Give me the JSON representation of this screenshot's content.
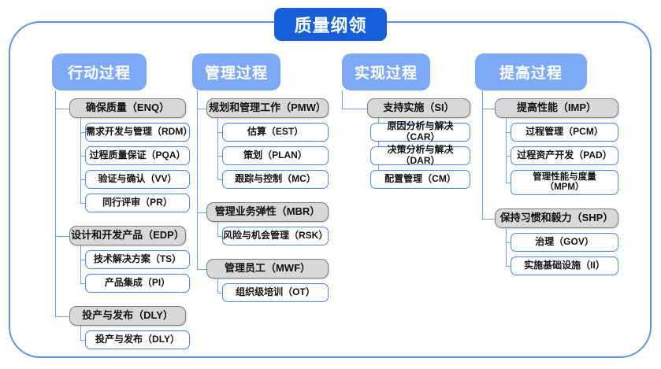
{
  "title": "质量纲领",
  "columns": [
    {
      "header": "行动过程",
      "groups": [
        {
          "label": "确保质量（ENQ）",
          "children": [
            "需求开发与管理（RDM）",
            "过程质量保证（PQA）",
            "验证与确认（VV）",
            "同行评审（PR）"
          ]
        },
        {
          "label": "设计和开发产品（EDP）",
          "children": [
            "技术解决方案（TS）",
            "产品集成（PI）"
          ]
        },
        {
          "label": "投产与发布（DLY）",
          "children": [
            "投产与发布（DLY）"
          ]
        }
      ]
    },
    {
      "header": "管理过程",
      "groups": [
        {
          "label": "规划和管理工作（PMW）",
          "children": [
            "估算（EST）",
            "策划（PLAN）",
            "跟踪与控制（MC）"
          ]
        },
        {
          "label": "管理业务弹性（MBR）",
          "children": [
            "风险与机会管理（RSK）"
          ]
        },
        {
          "label": "管理员工（MWF）",
          "children": [
            "组织级培训（OT）"
          ]
        }
      ]
    },
    {
      "header": "实现过程",
      "groups": [
        {
          "label": "支持实施（SI）",
          "children": [
            "原因分析与解决（CAR）",
            "决策分析与解决（DAR）",
            "配置管理（CM）"
          ]
        }
      ]
    },
    {
      "header": "提高过程",
      "groups": [
        {
          "label": "提高性能（IMP）",
          "children": [
            "过程管理（PCM）",
            "过程资产开发（PAD）",
            "管理性能与度量\n（MPM）"
          ]
        },
        {
          "label": "保持习惯和毅力（SHP）",
          "children": [
            "治理（GOV）",
            "实施基础设施（II）"
          ]
        }
      ]
    }
  ],
  "colors": {
    "title_bg": "#1560d8",
    "header_bg": "#7eaaf5",
    "frame_border": "#5b92e8",
    "group_bg": "#d8d8d8",
    "group_border": "#7d7d7d",
    "leaf_border": "#4a86e8",
    "connector": "#6fa3ef"
  }
}
